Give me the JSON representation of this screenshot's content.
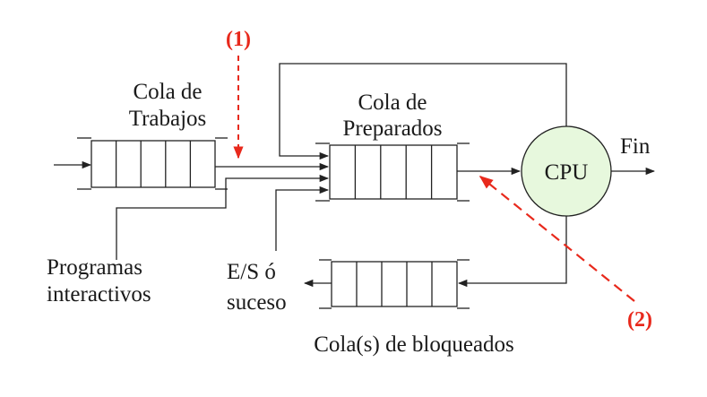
{
  "labels": {
    "job_queue_line1": "Cola de",
    "job_queue_line2": "Trabajos",
    "ready_queue_line1": "Cola de",
    "ready_queue_line2": "Preparados",
    "cpu": "CPU",
    "end": "Fin",
    "interactive_line1": "Programas",
    "interactive_line2": "interactivos",
    "io_line1": "E/S ó",
    "io_line2": "suceso",
    "blocked_queues": "Cola(s) de bloqueados",
    "marker_1": "(1)",
    "marker_2": "(2)"
  },
  "colors": {
    "job_queue_fill": "#fde6cf",
    "ready_queue_fill": "#e7fbfc",
    "cpu_fill": "#e7f8dd",
    "blocked_queue_fill": "#fcd7f0",
    "marker": "#e8291c"
  },
  "queues": {
    "job_queue_slots": 5,
    "ready_queue_slots": 5,
    "blocked_queue_slots": 5
  }
}
